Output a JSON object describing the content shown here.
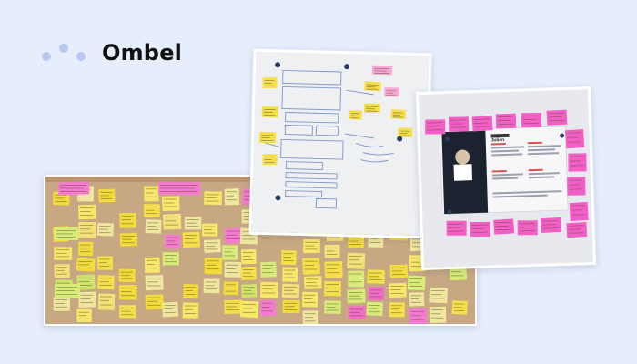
{
  "brand": {
    "name": "Ombel",
    "logo_icon": "three-dots-logo-icon",
    "dot_color": "#b9c8f3",
    "text_color": "#111111"
  },
  "background_color": "#e6eefb",
  "photos": [
    {
      "id": "sticky-notes-wall-photo",
      "description_icon": "photo-icon"
    },
    {
      "id": "whiteboard-wireframe-photo",
      "description_icon": "photo-icon"
    },
    {
      "id": "persona-board-photo",
      "description_icon": "photo-icon"
    }
  ],
  "persona_board": {
    "persona_name": "Julien"
  }
}
